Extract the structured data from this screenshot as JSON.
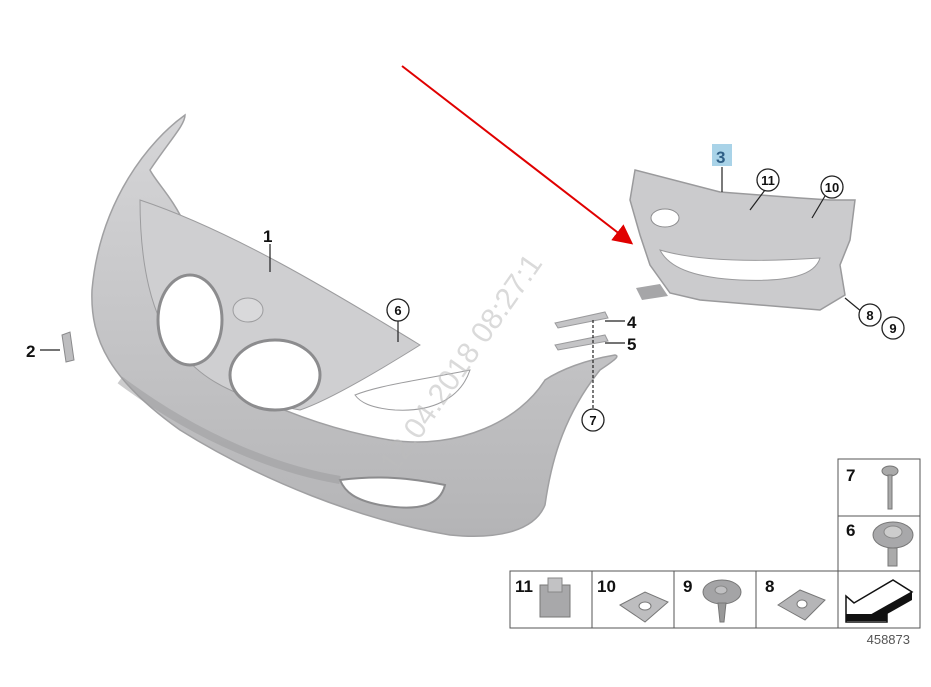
{
  "diagram_number": "458873",
  "watermark": "12.04.2018 08:27:1",
  "highlighted_part": "3",
  "colors": {
    "highlight": "#a9d3e8",
    "arrow": "#e00000",
    "part": "#c8c8ca",
    "part_dark": "#9a9a9c"
  },
  "callouts": {
    "p1": "1",
    "p2": "2",
    "p3": "3",
    "p4": "4",
    "p5": "5",
    "p6": "6",
    "p7": "7",
    "p8": "8",
    "p9": "9",
    "p10": "10",
    "p11": "11"
  },
  "legend": {
    "c7": "7",
    "c6": "6",
    "c11": "11",
    "c10": "10",
    "c9": "9",
    "c8": "8"
  }
}
